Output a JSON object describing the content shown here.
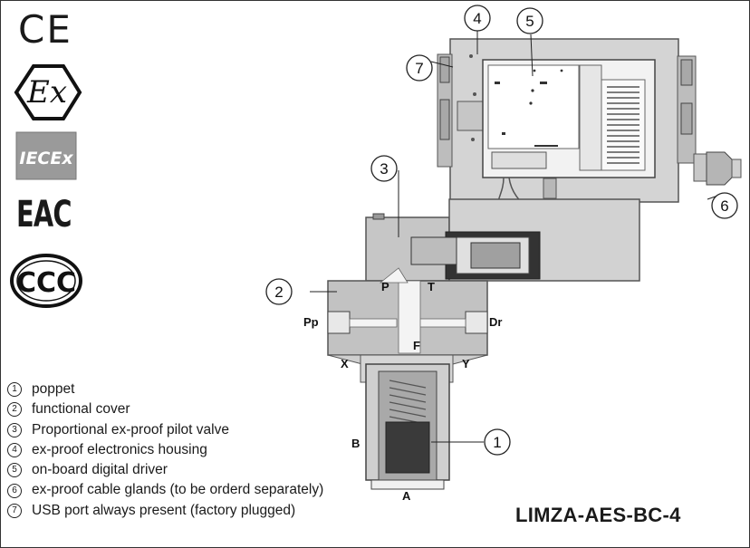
{
  "certifications": {
    "ce": "CE",
    "ex": "Ex",
    "iecex": "IECEx",
    "eac": "EAC",
    "ccc": "CCC"
  },
  "callouts": [
    "1",
    "2",
    "3",
    "4",
    "5",
    "6",
    "7"
  ],
  "port_labels": {
    "p": "P",
    "t": "T",
    "pp": "Pp",
    "dr": "Dr",
    "f": "F",
    "x": "X",
    "y": "Y",
    "a": "A",
    "b": "B"
  },
  "legend": [
    {
      "num": "1",
      "text": "poppet"
    },
    {
      "num": "2",
      "text": "functional cover"
    },
    {
      "num": "3",
      "text": "Proportional ex-proof pilot valve"
    },
    {
      "num": "4",
      "text": "ex-proof electronics housing"
    },
    {
      "num": "5",
      "text": "on-board digital driver"
    },
    {
      "num": "6",
      "text": "ex-proof cable glands (to be orderd separately)"
    },
    {
      "num": "7",
      "text": "USB port always present (factory plugged)"
    }
  ],
  "model": "LIMZA-AES-BC-4"
}
